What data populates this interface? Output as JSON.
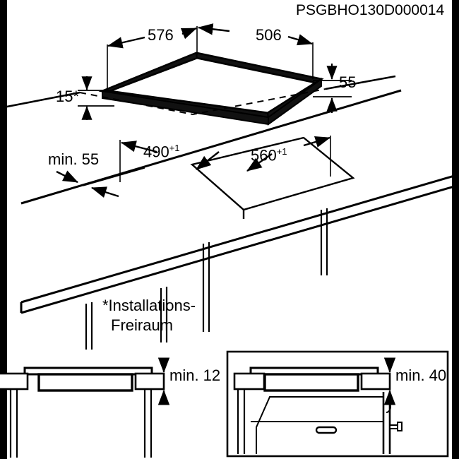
{
  "drawing": {
    "code": "PSGBHO130D000014",
    "type": "hob-installation-dimension-drawing",
    "units": "mm"
  },
  "top_view": {
    "width_label": "576",
    "depth_label": "506",
    "front_height_label": "15*",
    "side_height_label": "55"
  },
  "cutout_view": {
    "worktop_thickness_label": "min. 55",
    "cutout_depth_label": "490",
    "cutout_depth_tolerance": "+1",
    "cutout_width_label": "560",
    "cutout_width_tolerance": "+1"
  },
  "footnote": {
    "line1": "*Installations-",
    "line2": "Freiraum"
  },
  "detail_left": {
    "clearance_label": "min. 12"
  },
  "detail_right": {
    "clearance_label": "min. 40"
  },
  "colors": {
    "line": "#000000",
    "background": "#ffffff",
    "edge_band": "#000000"
  }
}
